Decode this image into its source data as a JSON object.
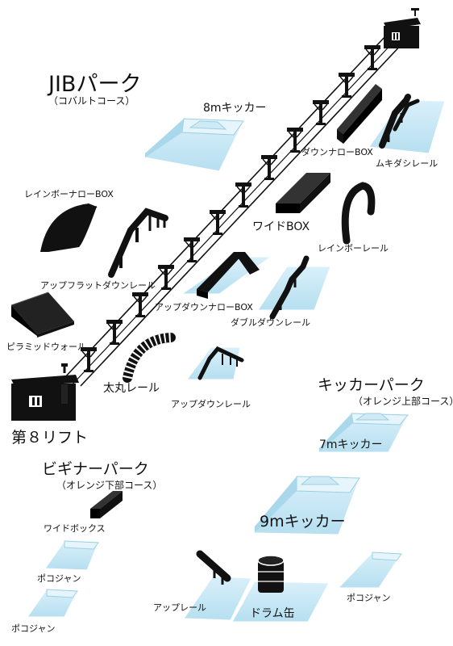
{
  "sections": {
    "jib_park": {
      "title": "JIBパーク",
      "subtitle": "（コバルトコース）"
    },
    "kicker_park": {
      "title": "キッカーパーク",
      "subtitle": "（オレンジ上部コース）"
    },
    "beginner_park": {
      "title": "ビギナーパーク",
      "subtitle": "（オレンジ下部コース）"
    }
  },
  "lift": {
    "label": "第８リフト"
  },
  "features": {
    "kicker_8m": "8mキッカー",
    "down_narrow_box": "ダウンナローBOX",
    "mukigata_rail": "ムキダシレール",
    "rainbow_narrow_box": "レインボーナローBOX",
    "wide_box": "ワイドBOX",
    "rainbow_rail": "レインボーレール",
    "up_flat_down_rail": "アップフラットダウンレール",
    "up_down_narrow_box": "アップダウンナローBOX",
    "double_down_rail": "ダブルダウンレール",
    "pyramid_wall": "ピラミッドウォール",
    "futomaru_rail": "太丸レール",
    "up_down_rail": "アップダウンレール",
    "kicker_7m": "7mキッカー",
    "kicker_9m": "9mキッカー",
    "wide_box_beginner": "ワイドボックス",
    "pocojan_1": "ポコジャン",
    "pocojan_2": "ポコジャン",
    "pocojan_3": "ポコジャン",
    "up_rail": "アップレール",
    "drum_can": "ドラム缶"
  },
  "colors": {
    "snow": "#bfe3f2",
    "snow_top": "#d8eff8",
    "snow_edge": "#ffffff",
    "object": "#111111"
  },
  "icons": [
    "lift-station-icon",
    "lift-tower-icon",
    "box-icon",
    "rail-icon",
    "kicker-ramp-icon",
    "drum-icon"
  ]
}
